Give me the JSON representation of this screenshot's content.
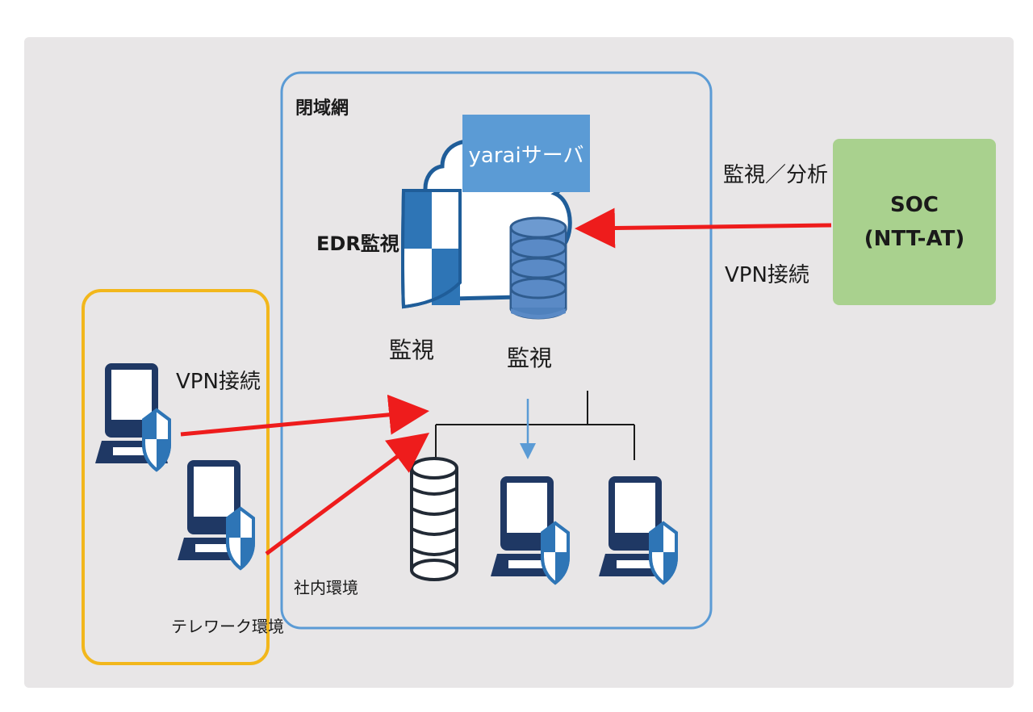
{
  "closed_network": {
    "label": "閉域網"
  },
  "server": {
    "label": "yaraiサーバ"
  },
  "edr": {
    "label": "EDR監視"
  },
  "monitor": {
    "shield_label": "監視",
    "db_label": "監視"
  },
  "soc": {
    "name": "SOC",
    "org": "(NTT-AT)",
    "top_label": "監視／分析",
    "bottom_label": "VPN接続"
  },
  "telework": {
    "vpn_label": "VPN接続",
    "env_label": "テレワーク環境"
  },
  "internal": {
    "env_label": "社内環境"
  },
  "colors": {
    "network_border": "#5b9bd5",
    "telework_border": "#f2b71c",
    "connection_arrow": "#ee1c1c",
    "soc_fill": "#a9d18e",
    "server_label_fill": "#5b9bd5",
    "device_navy": "#1f3864",
    "shield_blue": "#2e75b6"
  },
  "icons": [
    "shield-icon",
    "cloud-icon",
    "database-icon",
    "laptop-icon",
    "arrow-icon"
  ]
}
